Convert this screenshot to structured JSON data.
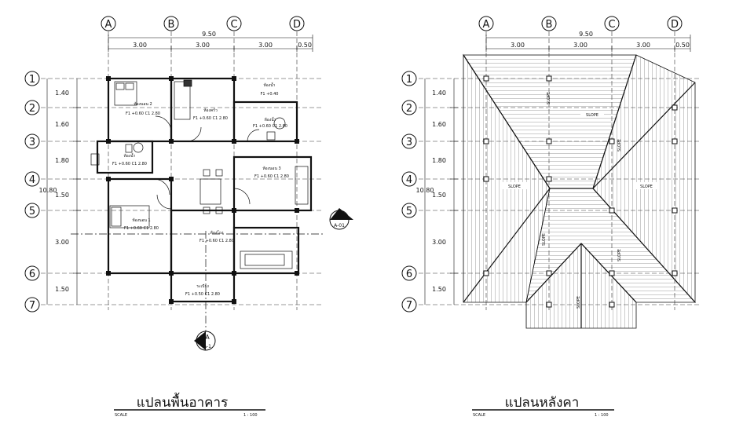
{
  "floor_plan": {
    "title": "แปลนพื้นอาคาร",
    "scale_label": "SCALE",
    "scale_value": "1 : 100",
    "column_labels": [
      "A",
      "B",
      "C",
      "D"
    ],
    "row_labels": [
      "1",
      "2",
      "3",
      "4",
      "5",
      "6",
      "7"
    ],
    "top_dims": [
      "3.00",
      "3.00",
      "3.00",
      "0.50"
    ],
    "overall_width": "9.50",
    "side_dims": [
      "1.40",
      "1.60",
      "1.80",
      "1.50",
      "3.00",
      "1.50"
    ],
    "overall_depth": "10.80",
    "section_b": {
      "letter": "B",
      "ref": "A-01"
    },
    "section_a": {
      "letter": "A",
      "ref": "A-1"
    },
    "rooms": [
      {
        "name": "ห้องนอน 2",
        "tag": "F1 +0.60 C1 2.80"
      },
      {
        "name": "ห้องครัว",
        "tag": "F1 +0.60 C1 2.80"
      },
      {
        "name": "ห้องน้ำ",
        "tag": "F1 +0.40"
      },
      {
        "name": "ห้องน้ำ",
        "tag": "F1 +0.60 C1 2.80"
      },
      {
        "name": "ห้องน้ำ",
        "tag": "F1 +0.60 C1 2.80"
      },
      {
        "name": "ห้องนอน 3",
        "tag": "F1 +0.60 C1 2.80"
      },
      {
        "name": "ห้องนอน 1",
        "tag": "F1 +0.60 C1 2.80"
      },
      {
        "name": "ห้องโถง",
        "tag": "F1 +0.60 C1 2.80"
      },
      {
        "name": "ระเบียง",
        "tag": "F1 +0.50 C1 2.80"
      }
    ]
  },
  "roof_plan": {
    "title": "แปลนหลังคา",
    "scale_label": "SCALE",
    "scale_value": "1 : 100",
    "column_labels": [
      "A",
      "B",
      "C",
      "D"
    ],
    "row_labels": [
      "1",
      "2",
      "3",
      "4",
      "5",
      "6",
      "7"
    ],
    "top_dims": [
      "3.00",
      "3.00",
      "3.00",
      "0.50"
    ],
    "overall_width": "9.50",
    "side_dims": [
      "1.40",
      "1.60",
      "1.80",
      "1.50",
      "3.00",
      "1.50"
    ],
    "overall_depth": "10.80",
    "slope_labels": [
      "SLOPE",
      "SLOPE",
      "SLOPE",
      "SLOPE",
      "SLOPE",
      "SLOPE",
      "SLOPE",
      "SLOPE"
    ]
  }
}
